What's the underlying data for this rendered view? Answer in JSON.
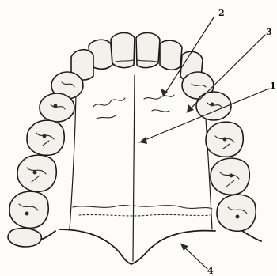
{
  "figure": {
    "callouts": [
      "1",
      "2",
      "3",
      "4"
    ],
    "ink_color": "#1b1b1b",
    "paper_color": "#fdfcf9",
    "tooth_fill": "#f3f1ec"
  }
}
